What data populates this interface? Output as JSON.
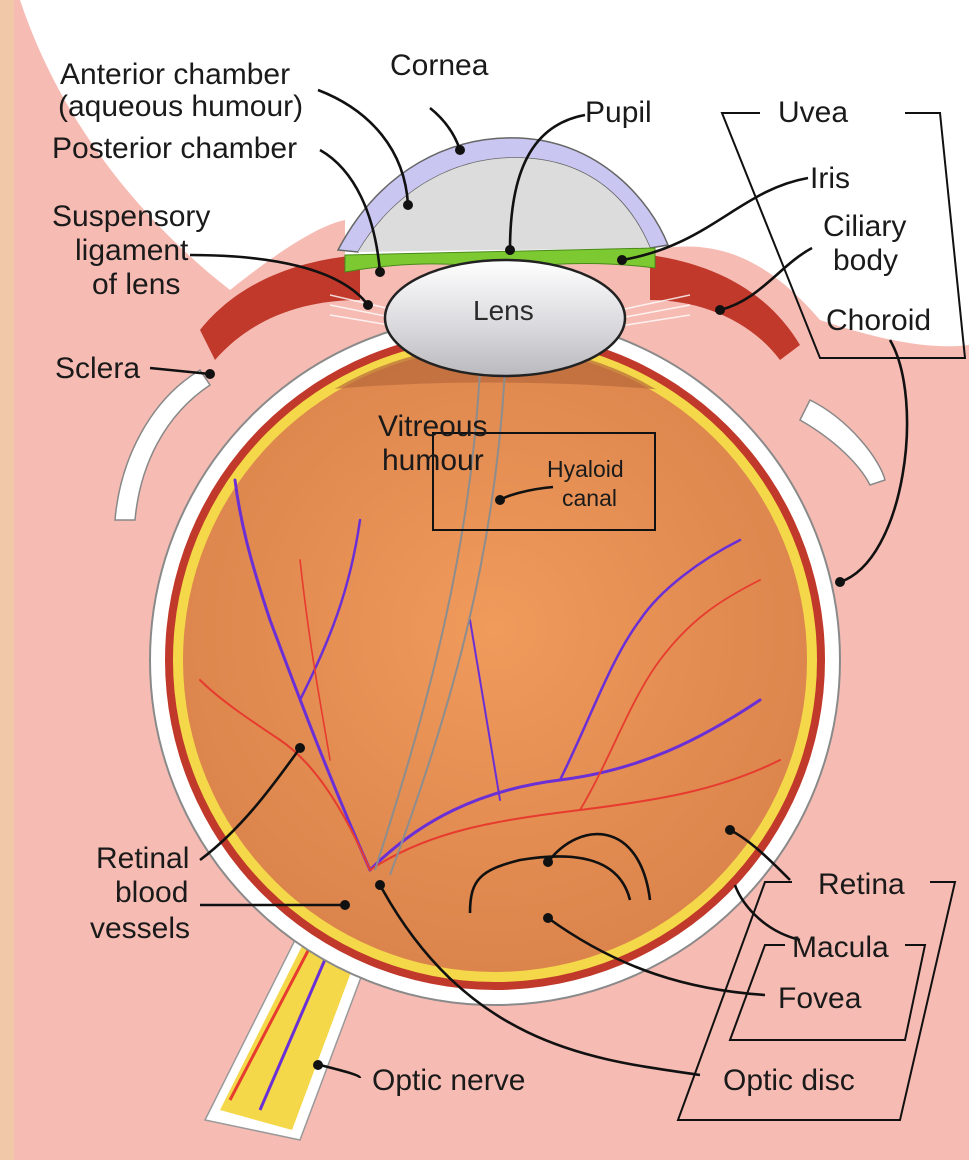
{
  "labels": {
    "anterior_chamber_1": "Anterior chamber",
    "anterior_chamber_2": "(aqueous humour)",
    "cornea": "Cornea",
    "pupil": "Pupil",
    "uvea": "Uvea",
    "posterior_chamber": "Posterior chamber",
    "iris": "Iris",
    "ciliary_body_1": "Ciliary",
    "ciliary_body_2": "body",
    "suspensory_1": "Suspensory",
    "suspensory_2": "ligament",
    "suspensory_3": "of lens",
    "lens": "Lens",
    "choroid": "Choroid",
    "sclera": "Sclera",
    "vitreous_1": "Vitreous",
    "vitreous_2": "humour",
    "hyaloid_1": "Hyaloid",
    "hyaloid_2": "canal",
    "retinal_vessels_1": "Retinal",
    "retinal_vessels_2": "blood",
    "retinal_vessels_3": "vessels",
    "retina": "Retina",
    "macula": "Macula",
    "fovea": "Fovea",
    "optic_nerve": "Optic nerve",
    "optic_disc": "Optic disc"
  },
  "colors": {
    "skin": "#f6bcb4",
    "vitreous": "#e58f55",
    "retina": "#f4d84a",
    "choroid": "#c0392b",
    "sclera": "#ffffff",
    "cornea": "#c9c7f2",
    "iris": "#7cc932",
    "vein": "#6b2fd6",
    "artery": "#e63b2e"
  }
}
